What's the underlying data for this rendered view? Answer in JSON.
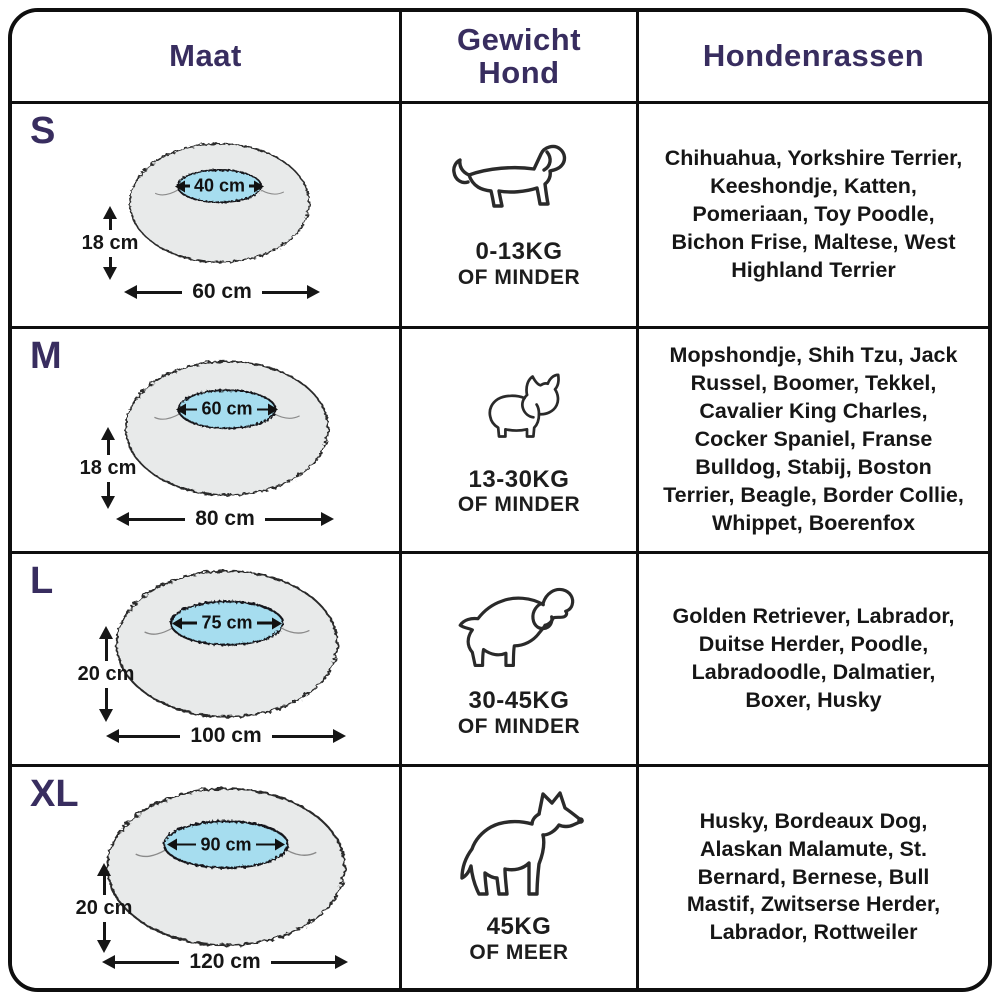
{
  "colors": {
    "header_text": "#382d5f",
    "body_text": "#161616",
    "table_border": "#0f0f0f",
    "bed_fill": "#e8eaea",
    "cushion_fill": "#a6ddef"
  },
  "header": {
    "size_label": "Maat",
    "weight_label": "Gewicht Hond",
    "breeds_label": "Hondenrassen"
  },
  "rows": [
    {
      "size": "S",
      "inner_diameter": "40 cm",
      "outer_diameter": "60 cm",
      "height": "18 cm",
      "dog_icon": "dachshund-icon",
      "weight_range": "0-13KG",
      "weight_note": "OF MINDER",
      "breeds": "Chihuahua, Yorkshire Terrier, Keeshondje, Katten, Pomeriaan, Toy Poodle, Bichon Frise, Maltese, West Highland Terrier"
    },
    {
      "size": "M",
      "inner_diameter": "60 cm",
      "outer_diameter": "80 cm",
      "height": "18 cm",
      "dog_icon": "french-bulldog-icon",
      "weight_range": "13-30KG",
      "weight_note": "OF MINDER",
      "breeds": "Mopshondje, Shih Tzu, Jack Russel, Boomer, Tekkel, Cavalier King Charles, Cocker Spaniel, Franse Bulldog, Stabij, Boston Terrier, Beagle, Border Collie, Whippet, Boerenfox"
    },
    {
      "size": "L",
      "inner_diameter": "75 cm",
      "outer_diameter": "100 cm",
      "height": "20 cm",
      "dog_icon": "spaniel-icon",
      "weight_range": "30-45KG",
      "weight_note": "OF MINDER",
      "breeds": "Golden Retriever, Labrador, Duitse Herder, Poodle, Labradoodle, Dalmatier, Boxer, Husky"
    },
    {
      "size": "XL",
      "inner_diameter": "90 cm",
      "outer_diameter": "120 cm",
      "height": "20 cm",
      "dog_icon": "german-shepherd-icon",
      "weight_range": "45KG",
      "weight_note": "OF MEER",
      "breeds": "Husky, Bordeaux Dog, Alaskan Malamute, St. Bernard, Bernese, Bull Mastif, Zwitserse Herder, Labrador, Rottweiler"
    }
  ]
}
